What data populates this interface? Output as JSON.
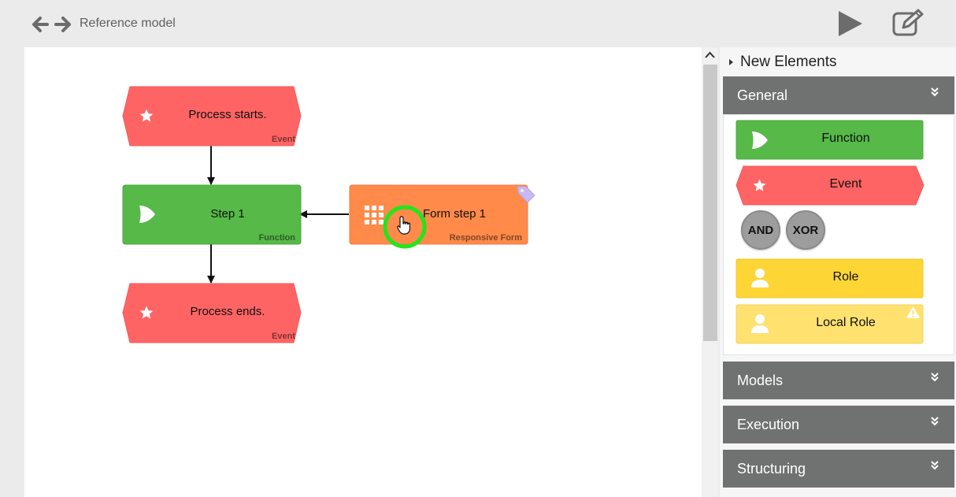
{
  "header": {
    "breadcrumb": "Reference model",
    "icons": {
      "back": "arrow-left-icon",
      "forward": "arrow-right-icon",
      "run": "play-icon",
      "edit": "edit-icon"
    }
  },
  "diagram": {
    "nodes": [
      {
        "id": "process-starts",
        "label": "Process starts.",
        "type": "Event",
        "color": "#ff6464"
      },
      {
        "id": "step-1",
        "label": "Step 1",
        "type": "Function",
        "color": "#56b948"
      },
      {
        "id": "form-step-1",
        "label": "Form step 1",
        "type": "Responsive Form",
        "color": "#ff8a4a"
      },
      {
        "id": "process-ends",
        "label": "Process ends.",
        "type": "Event",
        "color": "#ff6464"
      }
    ],
    "cursor": "hand-pointer-icon",
    "highlight_color": "#22e51c"
  },
  "sidebar": {
    "title": "New Elements",
    "sections": [
      {
        "label": "General",
        "expanded": true
      },
      {
        "label": "Models",
        "expanded": false
      },
      {
        "label": "Execution",
        "expanded": false
      },
      {
        "label": "Structuring",
        "expanded": false
      }
    ],
    "general_items": {
      "function": "Function",
      "event": "Event",
      "and": "AND",
      "xor": "XOR",
      "role": "Role",
      "local_role": "Local Role"
    },
    "colors": {
      "function": "#56b948",
      "event": "#ff6464",
      "role": "#fdd535",
      "local_role": "#ffe170",
      "section_header": "#707271"
    }
  }
}
